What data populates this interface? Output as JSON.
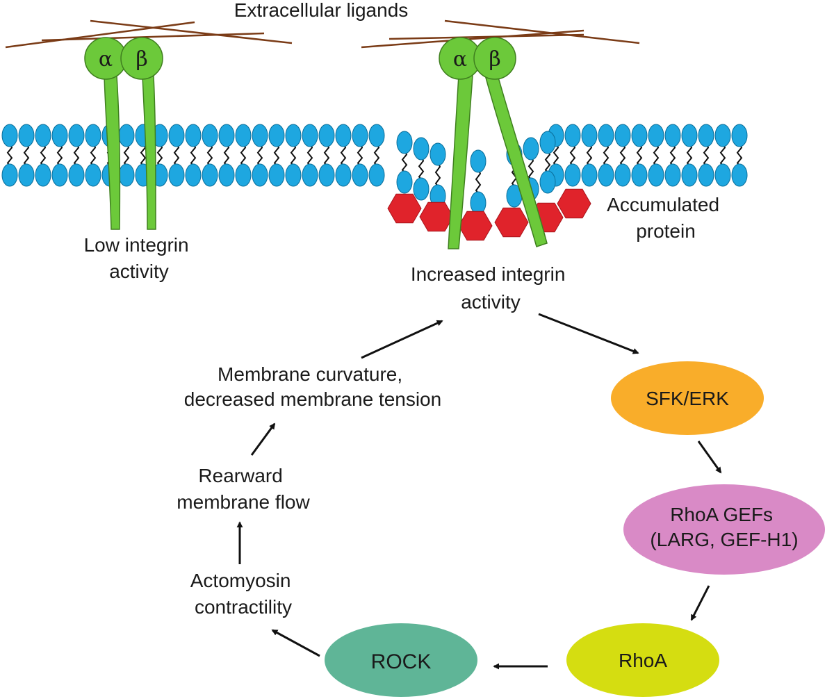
{
  "labels": {
    "extracellular_ligands": "Extracellular ligands",
    "alpha": "α",
    "beta": "β",
    "low_activity_line1": "Low integrin",
    "low_activity_line2": "activity",
    "accumulated_line1": "Accumulated",
    "accumulated_line2": "protein",
    "increased_line1": "Increased integrin",
    "increased_line2": "activity",
    "curvature_line1": "Membrane curvature,",
    "curvature_line2": "decreased membrane tension",
    "rearward_line1": "Rearward",
    "rearward_line2": "membrane flow",
    "actomyosin_line1": "Actomyosin",
    "actomyosin_line2": "contractility"
  },
  "nodes": {
    "sfk_erk": "SFK/ERK",
    "rhoa_gefs_line1": "RhoA GEFs",
    "rhoa_gefs_line2": "(LARG, GEF-H1)",
    "rhoa": "RhoA",
    "rock": "ROCK"
  },
  "colors": {
    "lipid_head": "#1ea7e0",
    "integrin": "#6cc93a",
    "ligand": "#7a3b16",
    "accumulated_protein": "#e0232b",
    "sfk_erk": "#f9ad2a",
    "rhoa_gefs": "#d98ac6",
    "rhoa": "#d5dd11",
    "rock": "#5fb597"
  }
}
